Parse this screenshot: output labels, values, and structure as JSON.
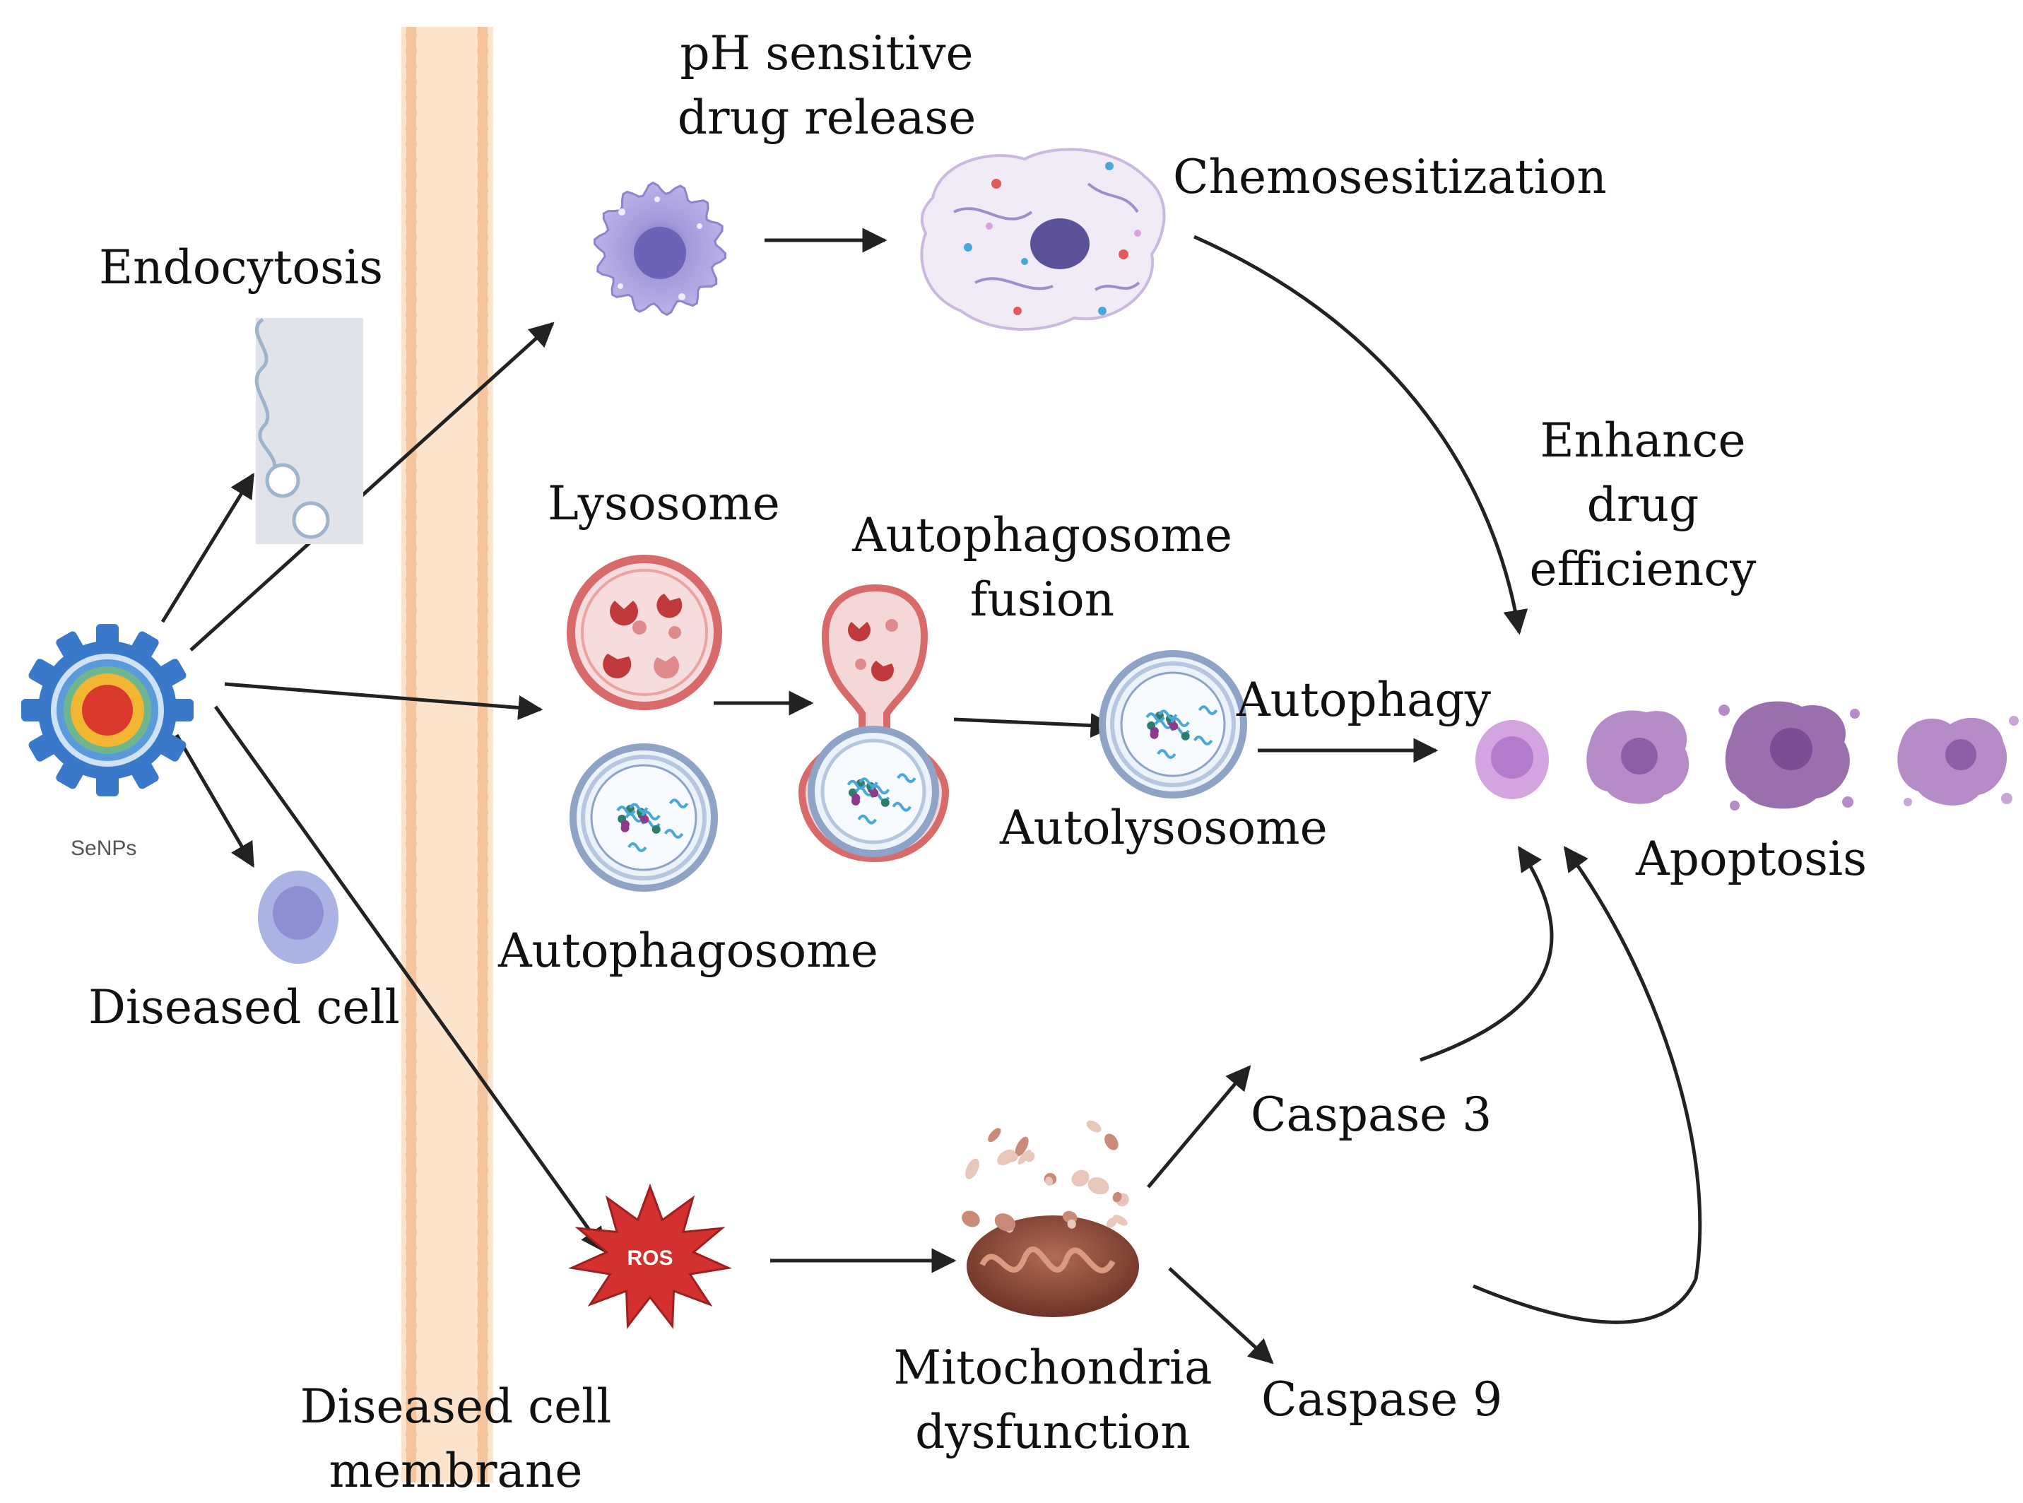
{
  "labels": {
    "ph_release": [
      "pH sensitive",
      "drug release"
    ],
    "chemosensitization": "Chemosesitization",
    "endocytosis": "Endocytosis",
    "enhance": [
      "Enhance",
      "drug",
      "efficiency"
    ],
    "lysosome": "Lysosome",
    "autophagosome_fusion": [
      "Autophagosome",
      "fusion"
    ],
    "autophagy": "Autophagy",
    "autolysosome": "Autolysosome",
    "apoptosis": "Apoptosis",
    "senps": "SeNPs",
    "diseased_cell": "Diseased cell",
    "autophagosome": "Autophagosome",
    "caspase3": "Caspase 3",
    "ros": "ROS",
    "mito": [
      "Mitochondria",
      "dysfunction"
    ],
    "caspase9": "Caspase 9",
    "membrane": [
      "Diseased cell",
      "membrane"
    ]
  },
  "colors": {
    "membrane": "#f6c49c",
    "membrane_light": "#fbe3cc",
    "senp_outer": "#3a78c9",
    "senp_red": "#d93a2c",
    "senp_yellow": "#f2b632",
    "senp_green": "#6fb58e",
    "vesicle_purple": "#9d93d4",
    "lysosome_red": "#d86a6a",
    "autophagosome_blue": "#8ea3c6",
    "ros_red": "#d33030",
    "mito_brown": "#8a4a3a",
    "apoptosis_purple": "#a67fb8",
    "arrow": "#222222"
  },
  "icons": [
    "senps-nanoparticle-icon",
    "endocytosis-membrane-icon",
    "diseased-cell-icon",
    "ph-vesicle-icon",
    "chemosensitized-cell-icon",
    "lysosome-icon",
    "autophagosome-icon",
    "fusion-icon",
    "autolysosome-icon",
    "ros-burst-icon",
    "mitochondria-icon",
    "apoptotic-cell-1-icon",
    "apoptotic-cell-2-icon",
    "apoptotic-cell-3-icon",
    "apoptotic-cell-4-icon"
  ]
}
